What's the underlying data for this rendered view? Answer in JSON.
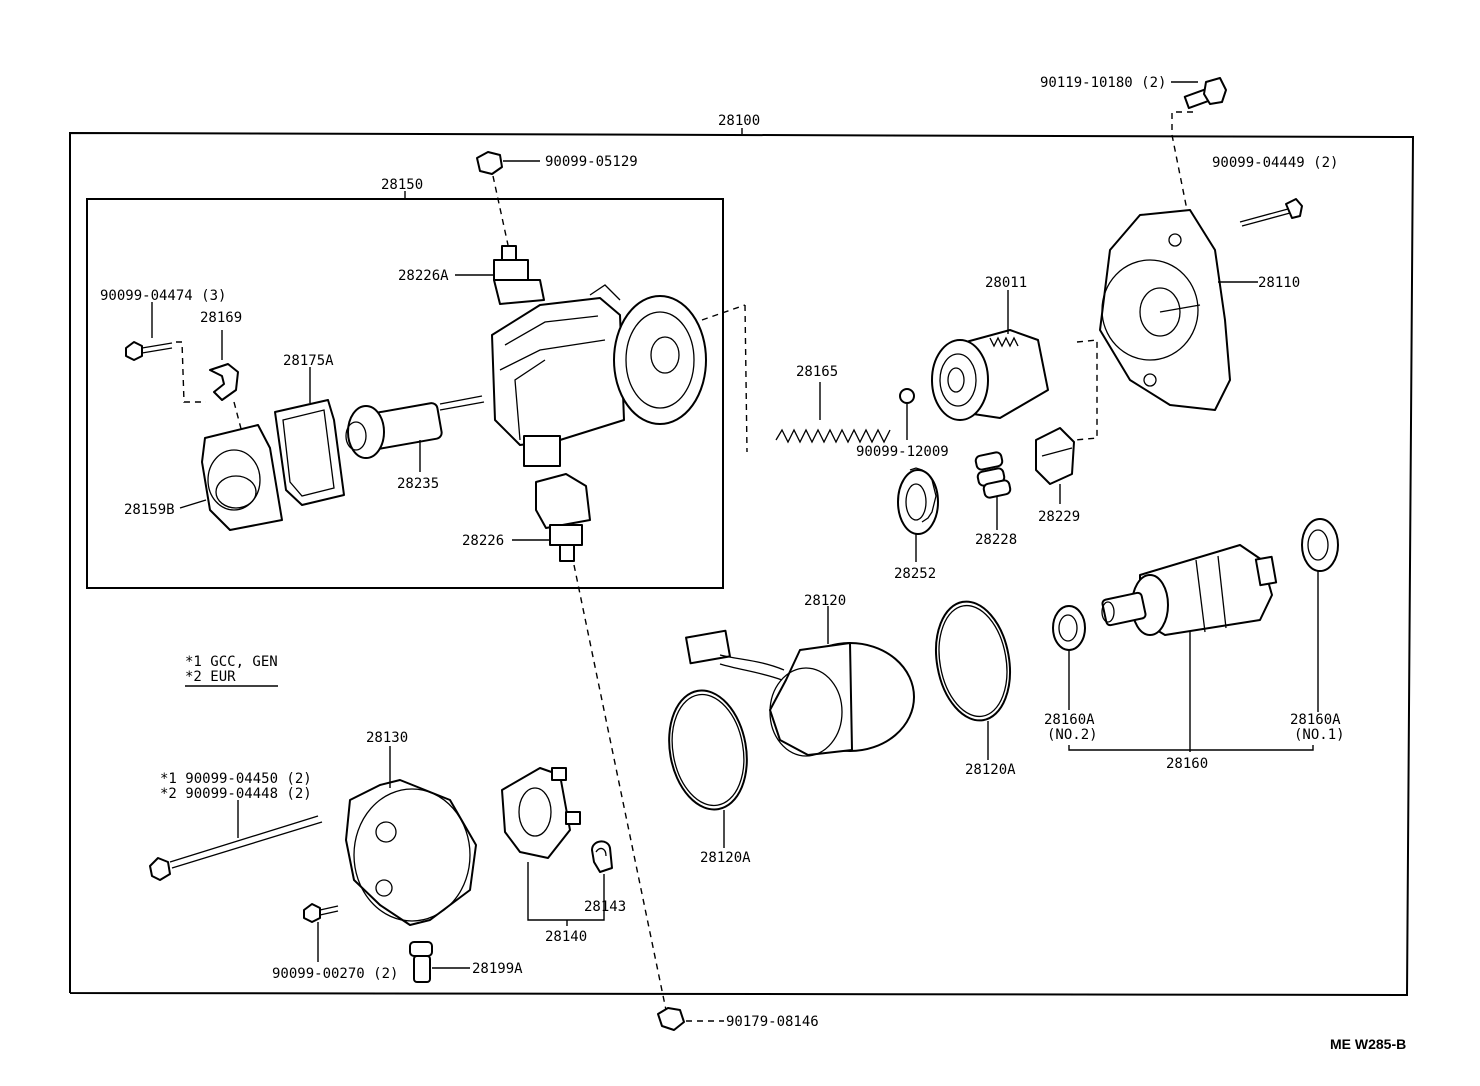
{
  "labels": {
    "l28100": "28100",
    "l28150": "28150",
    "l90119_10180": "90119-10180 (2)",
    "l90099_05129": "90099-05129",
    "l90099_04449": "90099-04449 (2)",
    "l28226A": "28226A",
    "l90099_04474": "90099-04474 (3)",
    "l28169": "28169",
    "l28175A": "28175A",
    "l28235": "28235",
    "l28159B": "28159B",
    "l28226": "28226",
    "l28011": "28011",
    "l28110": "28110",
    "l28165": "28165",
    "l90099_12009": "90099-12009",
    "l28252": "28252",
    "l28228": "28228",
    "l28229": "28229",
    "l28120": "28120",
    "l28120A_right": "28120A",
    "l28120A_left": "28120A",
    "l28160A_no2": "28160A",
    "l28160A_no2_sub": "(NO.2)",
    "l28160A_no1": "28160A",
    "l28160A_no1_sub": "(NO.1)",
    "l28160": "28160",
    "note1": "*1 GCC, GEN",
    "note2": "*2 EUR",
    "l28130": "28130",
    "bolt1": "*1  90099-04450 (2)",
    "bolt2": "*2  90099-04448 (2)",
    "l28143": "28143",
    "l28140": "28140",
    "l90099_00270": "90099-00270 (2)",
    "l28199A": "28199A",
    "l90179_08146": "90179-08146",
    "drawing_code": "ME  W285-B"
  },
  "icons": [
    "bolt-icon",
    "nut-icon",
    "spring-icon",
    "ball-icon",
    "gear-icon",
    "bearing-icon",
    "o-ring-icon",
    "armature-icon",
    "yoke-icon",
    "housing-icon",
    "terminal-icon",
    "gasket-icon",
    "plunger-icon",
    "brush-holder-icon",
    "clutch-icon",
    "end-frame-icon"
  ]
}
